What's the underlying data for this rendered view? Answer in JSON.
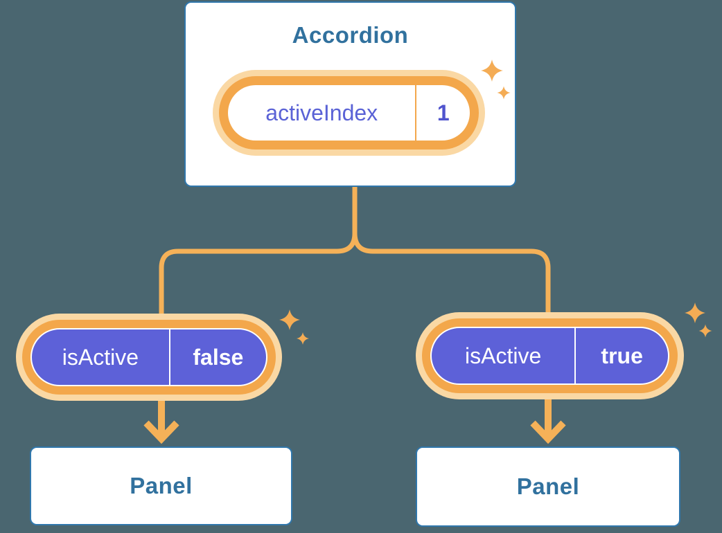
{
  "background_color": "#4A6670",
  "palette": {
    "card_border_blue": "#3077AC",
    "heading_blue": "#31719E",
    "accent_orange_ring": "#F3A74B",
    "glow_cream": "#FAD8A4",
    "connector_orange": "#F5B158",
    "sparkle_orange": "#F4AC55",
    "pill_purple": "#5D61D8",
    "state_text_purple": "#5A62D6"
  },
  "root_card": {
    "title": "Accordion",
    "state_pill": {
      "label": "activeIndex",
      "value": "1"
    }
  },
  "children": [
    {
      "prop_pill": {
        "label": "isActive",
        "value": "false"
      },
      "panel": {
        "title": "Panel"
      }
    },
    {
      "prop_pill": {
        "label": "isActive",
        "value": "true"
      },
      "panel": {
        "title": "Panel"
      }
    }
  ],
  "icons": {
    "sparkle": "four-point-star ✦",
    "arrow_down": "chevron-down-arrow ↓",
    "connector": "rounded-tree-branch"
  }
}
